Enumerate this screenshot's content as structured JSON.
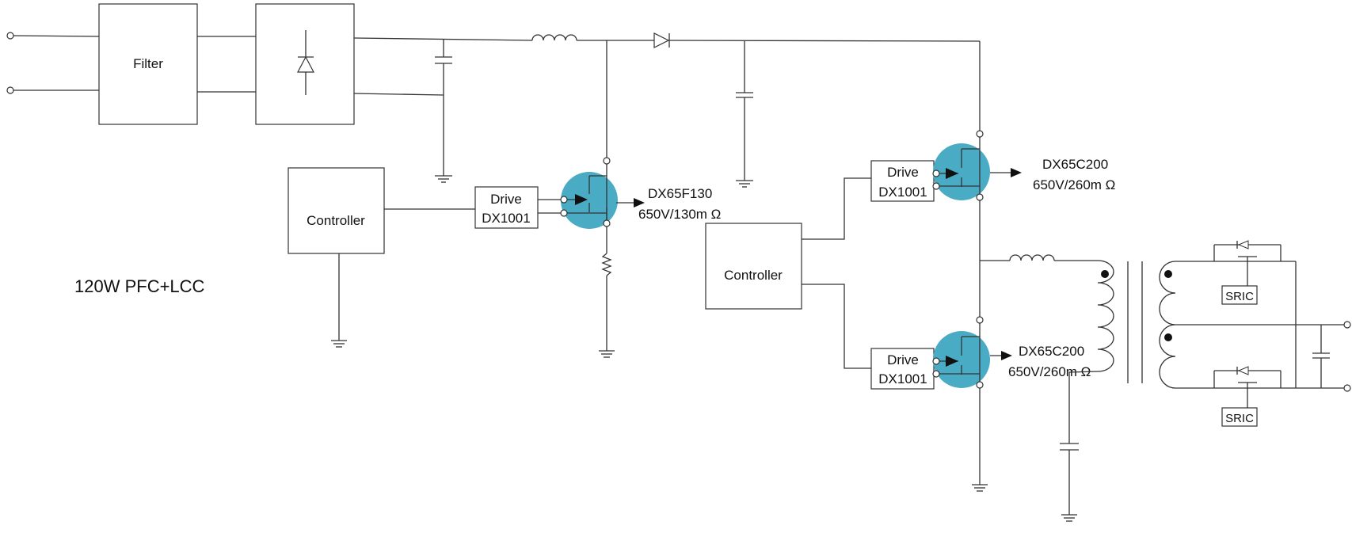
{
  "diagram": {
    "title": "120W PFC+LCC",
    "filter_label": "Filter",
    "pfc_controller_label": "Controller",
    "llc_controller_label": "Controller",
    "drivers": [
      {
        "line1": "Drive",
        "line2": "DX1001"
      },
      {
        "line1": "Drive",
        "line2": "DX1001"
      },
      {
        "line1": "Drive",
        "line2": "DX1001"
      }
    ],
    "mosfets": [
      {
        "part": "DX65F130",
        "rating": "650V/130m Ω"
      },
      {
        "part": "DX65C200",
        "rating": "650V/260m Ω"
      },
      {
        "part": "DX65C200",
        "rating": "650V/260m Ω"
      }
    ],
    "sric_labels": [
      "SRIC",
      "SRIC"
    ],
    "accent_color": "#4aabc4"
  }
}
